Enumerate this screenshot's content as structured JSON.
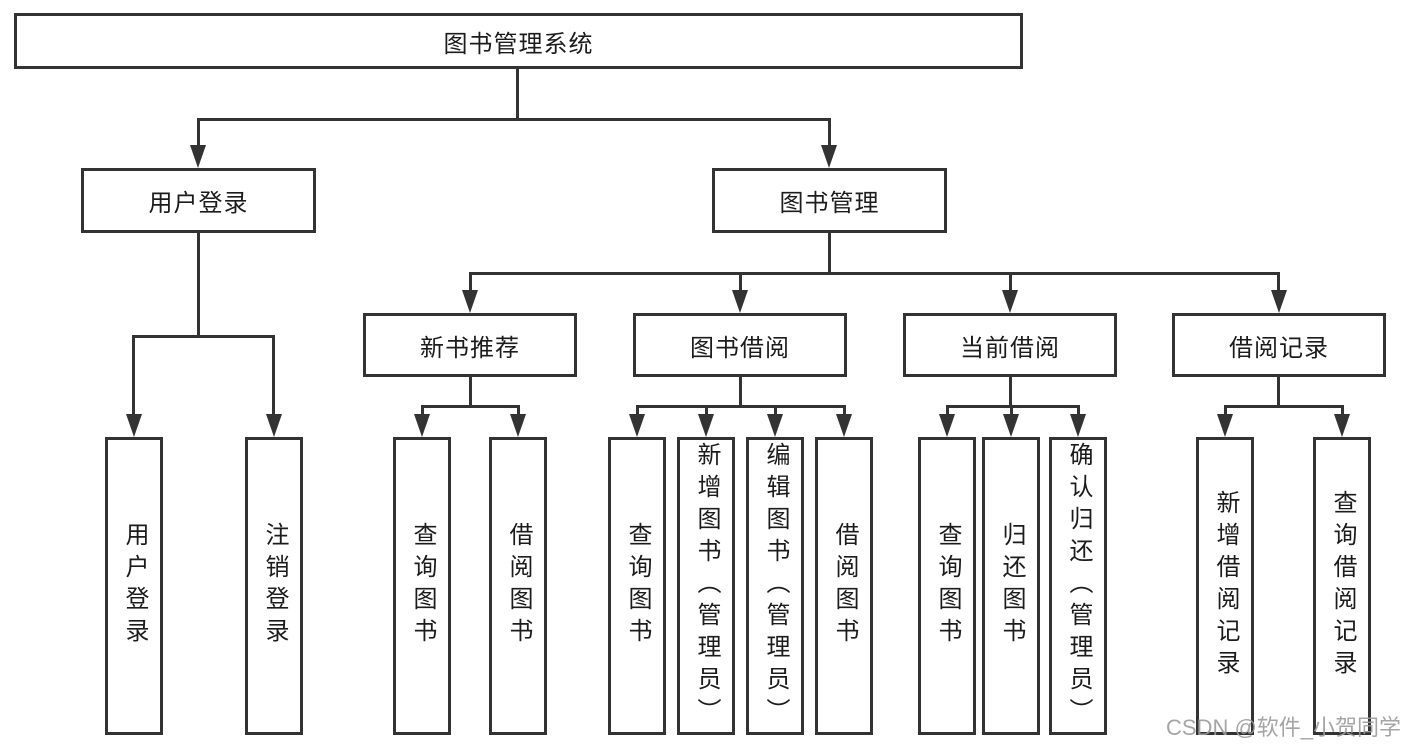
{
  "diagram": {
    "type": "hierarchy",
    "root": {
      "label": "图书管理系统",
      "children": [
        {
          "label": "用户登录",
          "children": [
            {
              "label": "用户登录"
            },
            {
              "label": "注销登录"
            }
          ]
        },
        {
          "label": "图书管理",
          "children": [
            {
              "label": "新书推荐",
              "children": [
                {
                  "label": "查询图书"
                },
                {
                  "label": "借阅图书"
                }
              ]
            },
            {
              "label": "图书借阅",
              "children": [
                {
                  "label": "查询图书"
                },
                {
                  "label": "新增图书（管理员）"
                },
                {
                  "label": "编辑图书（管理员）"
                },
                {
                  "label": "借阅图书"
                }
              ]
            },
            {
              "label": "当前借阅",
              "children": [
                {
                  "label": "查询图书"
                },
                {
                  "label": "归还图书"
                },
                {
                  "label": "确认归还（管理员）"
                }
              ]
            },
            {
              "label": "借阅记录",
              "children": [
                {
                  "label": "新增借阅记录"
                },
                {
                  "label": "查询借阅记录"
                }
              ]
            }
          ]
        }
      ]
    }
  },
  "watermark": {
    "text": "CSDN @软件_小贺同学"
  },
  "colors": {
    "line": "#333333",
    "text": "#1c1c1c",
    "box_fill": "#ffffff",
    "background": "#ffffff",
    "watermark": "#9c9c9c"
  }
}
